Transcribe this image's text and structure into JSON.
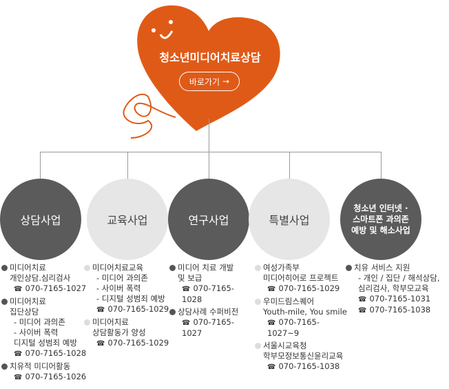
{
  "header": {
    "title": "청소년미디어치료상담",
    "go_label": "바로가기",
    "go_arrow": "→",
    "color": "#e05a17"
  },
  "branches": [
    {
      "name": "상담사업",
      "style": "dark",
      "items": [
        {
          "title": [
            "미디어치료",
            "개인상담.심리검사"
          ],
          "subs": [],
          "phones": [
            "070-7165-1027"
          ]
        },
        {
          "title": [
            "미디어치료",
            "집단상담"
          ],
          "subs": [
            "- 미디어 과의존",
            "- 사이버 폭력",
            "디지털 성범죄 예방"
          ],
          "phones": [
            "070-7165-1028"
          ]
        },
        {
          "title": [
            "치유적 미디어활동"
          ],
          "subs": [],
          "phones": [
            "070-7165-1026"
          ]
        }
      ]
    },
    {
      "name": "교육사업",
      "style": "light",
      "items": [
        {
          "title": [
            "미디어치료교육"
          ],
          "subs": [
            "- 미디어 과의존",
            "- 사이버 폭력",
            "- 디지털 성범죄 예방"
          ],
          "phones": [
            "070-7165-1029"
          ]
        },
        {
          "title": [
            "미디어치료",
            "상담활동가 양성"
          ],
          "subs": [],
          "phones": [
            "070-7165-1029"
          ]
        }
      ]
    },
    {
      "name": "연구사업",
      "style": "dark",
      "items": [
        {
          "title": [
            "미디어 치료 개발",
            "및 보급"
          ],
          "subs": [],
          "phones": [
            "070-7165-1028"
          ]
        },
        {
          "title": [
            "상담사례 수퍼비전"
          ],
          "subs": [],
          "phones": [
            "070-7165-1027"
          ]
        }
      ]
    },
    {
      "name": "특별사업",
      "style": "light",
      "items": [
        {
          "title": [
            "여성가족부",
            "미디어히어로 프로젝트"
          ],
          "subs": [],
          "phones": [
            "070-7165-1029"
          ]
        },
        {
          "title": [
            "우미드림스퀘어",
            "Youth-mile, You smile"
          ],
          "subs": [],
          "phones": [
            "070-7165-1027~9"
          ]
        },
        {
          "title": [
            "서울시교육청",
            "학부모정보통신윤리교육"
          ],
          "subs": [],
          "phones": [
            "070-7165-1038"
          ]
        }
      ]
    },
    {
      "name": "청소년 인터넷 · 스마트폰 과의존 예방 및 해소사업",
      "style": "dark",
      "items": [
        {
          "title": [
            "치유 서비스 지원"
          ],
          "subs": [
            "- 개인 / 집단 / 해석상담,",
            "심리검사, 학부모교육"
          ],
          "phones": [
            "070-7165-1031",
            "070-7165-1038"
          ]
        }
      ]
    }
  ],
  "phone_icon": "☎"
}
